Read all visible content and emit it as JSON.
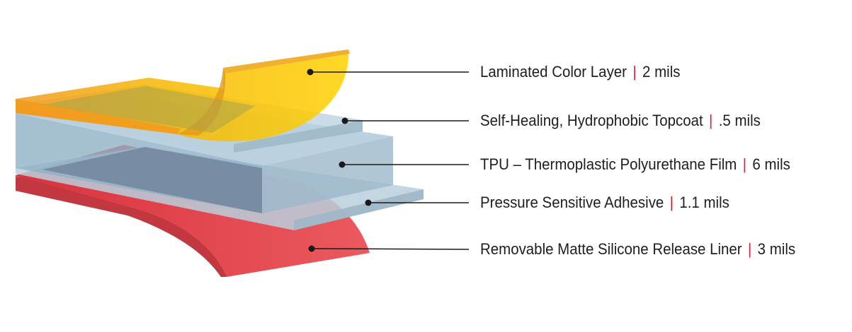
{
  "layers": [
    {
      "name": "Laminated Color Layer",
      "thickness": "2 mils"
    },
    {
      "name": "Self-Healing, Hydrophobic Topcoat",
      "thickness": ".5 mils"
    },
    {
      "name": "TPU – Thermoplastic Polyurethane Film",
      "thickness": "6 mils"
    },
    {
      "name": "Pressure Sensitive Adhesive",
      "thickness": "1.1 mils"
    },
    {
      "name": "Removable Matte Silicone Release Liner",
      "thickness": "3 mils"
    }
  ],
  "separator": "|",
  "colors": {
    "color_layer": "#f5c400",
    "color_layer_edge": "#f0a020",
    "topcoat": "#a9c3d6",
    "tpu": "#8fb0c6",
    "tpu_dark": "#6d7f98",
    "adhesive": "#b9cfdc",
    "liner": "#e0474f",
    "liner_dark": "#c93a42",
    "leader": "#1a1a1a",
    "separator": "#d8222f"
  }
}
